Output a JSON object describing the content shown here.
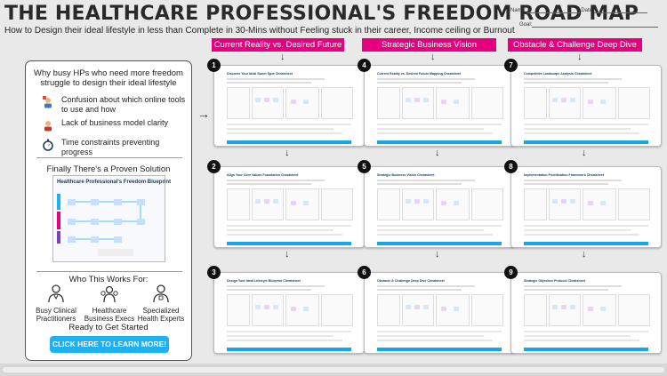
{
  "header": {
    "title": "THE HEALTHCARE PROFESSIONAL'S FREEDOM ROAD MAP",
    "subtitle": "How to Design their ideal lifestyle in less than Complete in 30-Mins without Feeling stuck in their career, Income ceiling or Burnout",
    "name_label": "Name:",
    "date_label": "Date:",
    "goal_label": "Goal:"
  },
  "columns": [
    {
      "label": "Current Reality vs. Desired Future"
    },
    {
      "label": "Strategic Business Vision"
    },
    {
      "label": "Obstacle & Challenge Deep Dive"
    }
  ],
  "left_panel": {
    "heading": "Why busy HPs who need more freedom struggle to design their ideal lifestyle",
    "pains": [
      {
        "icon": "question-person-icon",
        "text": "Confusion about which online tools to use and how"
      },
      {
        "icon": "confused-person-icon",
        "text": "Lack of business model clarity"
      },
      {
        "icon": "stopwatch-icon",
        "text": "Time constraints preventing progress"
      }
    ],
    "solution_heading": "Finally There's a Proven Solution",
    "blueprint_title": "Healthcare Professional's Freedom Blueprint",
    "who_heading": "Who This Works For:",
    "audiences": [
      {
        "icon": "clinician-icon",
        "text": "Busy Clinical Practitioners"
      },
      {
        "icon": "executive-icon",
        "text": "Healthcare Business Execs"
      },
      {
        "icon": "expert-icon",
        "text": "Specialized Health Experts"
      }
    ],
    "ready_text": "Ready to Get Started",
    "cta_label": "CLICK HERE TO LEARN MORE!"
  },
  "cards": [
    {
      "number": "1",
      "title": "Discover Your Ideal Sweet Spot Cheatsheet"
    },
    {
      "number": "2",
      "title": "Align Your Core Values Foundation Cheatsheet"
    },
    {
      "number": "3",
      "title": "Design Your Ideal Lifestyle Blueprint Cheatsheet"
    },
    {
      "number": "4",
      "title": "Current Reality vs. Desired Future Mapping Cheatsheet"
    },
    {
      "number": "5",
      "title": "Strategic Business Vision Cheatsheet"
    },
    {
      "number": "6",
      "title": "Obstacle & Challenge Deep Dive Cheatsheet"
    },
    {
      "number": "7",
      "title": "Competitive Landscape Analysis Cheatsheet"
    },
    {
      "number": "8",
      "title": "Implementation Prioritization Framework Cheatsheet"
    },
    {
      "number": "9",
      "title": "Strategic Objection Protocol Cheatsheet"
    }
  ],
  "colors": {
    "accent": "#e6007e",
    "cta": "#1eb0f0",
    "navy": "#1a3d6e"
  }
}
